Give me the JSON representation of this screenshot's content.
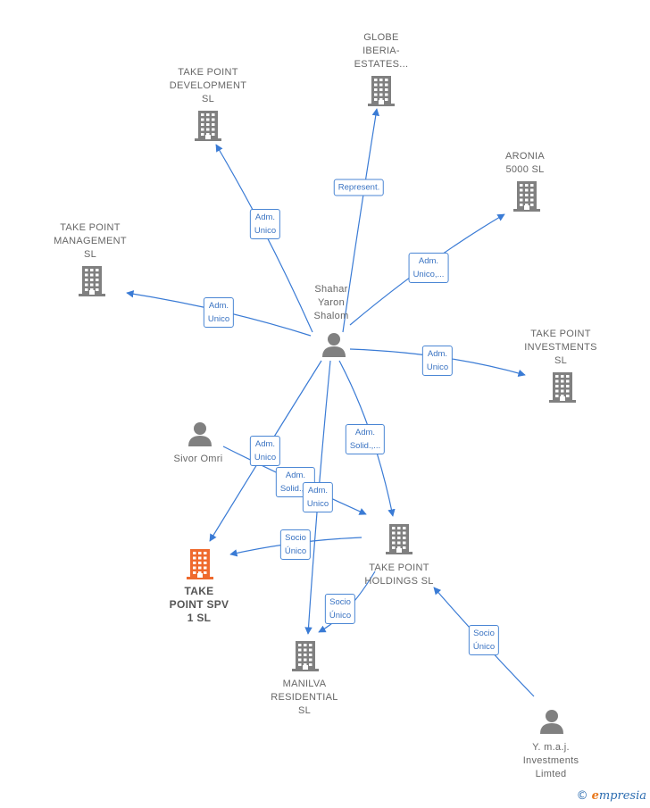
{
  "colors": {
    "edge": "#3a7bd5",
    "company": "#808080",
    "focus": "#ef6a2e",
    "person": "#808080"
  },
  "nodes": [
    {
      "id": "globe",
      "kind": "company",
      "lines": [
        "GLOBE",
        "IBERIA-",
        "ESTATES..."
      ]
    },
    {
      "id": "tp-dev",
      "kind": "company",
      "lines": [
        "TAKE POINT",
        "DEVELOPMENT",
        "SL"
      ]
    },
    {
      "id": "aronia",
      "kind": "company",
      "lines": [
        "ARONIA",
        "5000  SL"
      ]
    },
    {
      "id": "tp-mgmt",
      "kind": "company",
      "lines": [
        "TAKE POINT",
        "MANAGEMENT",
        "SL"
      ]
    },
    {
      "id": "shahar",
      "kind": "person",
      "lines": [
        "Shahar",
        "Yaron",
        "Shalom"
      ]
    },
    {
      "id": "tp-inv",
      "kind": "company",
      "lines": [
        "TAKE POINT",
        "INVESTMENTS",
        "SL"
      ]
    },
    {
      "id": "sivor",
      "kind": "person",
      "lines": [
        "Sivor Omri"
      ]
    },
    {
      "id": "tp-hold",
      "kind": "company",
      "lines": [
        "TAKE POINT",
        "HOLDINGS  SL"
      ]
    },
    {
      "id": "tp-spv",
      "kind": "focus",
      "lines": [
        "TAKE",
        "POINT SPV",
        "1  SL"
      ]
    },
    {
      "id": "manilva",
      "kind": "company",
      "lines": [
        "MANILVA",
        "RESIDENTIAL",
        "SL"
      ]
    },
    {
      "id": "ymaj",
      "kind": "person",
      "lines": [
        "Y. m.a.j.",
        "Investments",
        "Limted"
      ]
    }
  ],
  "edges": [
    {
      "id": "e-globe",
      "lines": [
        "Represent."
      ]
    },
    {
      "id": "e-tpdev",
      "lines": [
        "Adm.",
        "Unico"
      ]
    },
    {
      "id": "e-aronia",
      "lines": [
        "Adm.",
        "Unico,..."
      ]
    },
    {
      "id": "e-tpmgmt",
      "lines": [
        "Adm.",
        "Unico"
      ]
    },
    {
      "id": "e-tpinv",
      "lines": [
        "Adm.",
        "Unico"
      ]
    },
    {
      "id": "e-hold",
      "lines": [
        "Adm.",
        "Solid.,..."
      ]
    },
    {
      "id": "e-spv",
      "lines": [
        "Adm.",
        "Unico"
      ]
    },
    {
      "id": "e-sivor",
      "lines": [
        "Adm.",
        "Solid.,..."
      ]
    },
    {
      "id": "e-manilva",
      "lines": [
        "Adm.",
        "Unico"
      ]
    },
    {
      "id": "e-hold-spv",
      "lines": [
        "Socio",
        "Único"
      ]
    },
    {
      "id": "e-hold-manilva",
      "lines": [
        "Socio",
        "Único"
      ]
    },
    {
      "id": "e-ymaj",
      "lines": [
        "Socio",
        "Único"
      ]
    }
  ],
  "footer": {
    "symbol": "©",
    "brand_initial": "e",
    "brand_rest": "mpresia"
  }
}
